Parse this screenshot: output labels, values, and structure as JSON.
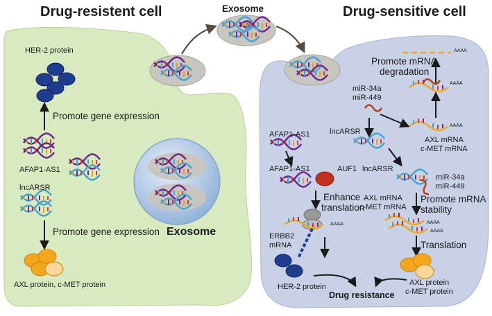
{
  "titles": {
    "left": "Drug-resistent cell",
    "center": "Exosome",
    "right": "Drug-sensitive cell"
  },
  "left_panel": {
    "her2_protein": "HER-2 protein",
    "promote_gene_expression_1": "Promote gene expression",
    "afap1_as1": "AFAP1-AS1",
    "lncarsr": "lncARSR",
    "promote_gene_expression_2": "Promote gene expression",
    "axl_cmet_protein": "AXL protein, c-MET protein",
    "exosome": "Exosome"
  },
  "right_panel": {
    "promote_mrna_degradation_1": "Promote mRNA",
    "promote_mrna_degradation_2": "degradation",
    "aaaa": "AAAA",
    "mir34a": "miR-34a",
    "mir449": "miR-449",
    "afap1_as1": "AFAP1-AS1",
    "lncarsr": "lncARSR",
    "axl_mrna": "AXL mRNA",
    "cmet_mrna": "c-MET mRNA",
    "auf1": "AUF1",
    "enhance_translation_1": "Enhance",
    "enhance_translation_2": "translation",
    "promote_mrna_stability_1": "Promote mRNA",
    "promote_mrna_stability_2": "stability",
    "erbb2_1": "ERBB2",
    "erbb2_2": "mRNA",
    "translation": "Translation",
    "her2_protein": "HER-2 protein",
    "axl_protein": "AXL protein",
    "cmet_protein": "c-MET protein",
    "drug_resistance": "Drug resistance"
  },
  "colors": {
    "resistant_cell": "#d8eabf",
    "sensitive_cell": "#c9d1e6",
    "exosome_grey": "#c9c5bf",
    "purple_rna": "#6a2b8c",
    "cyan_rna": "#4aa3cf",
    "orange_rna": "#f0a81e",
    "her2_blue": "#1f3c8e",
    "auf1_red": "#c0321f",
    "mirna": "#b2431e",
    "axl_orange": "#f4a71c"
  }
}
